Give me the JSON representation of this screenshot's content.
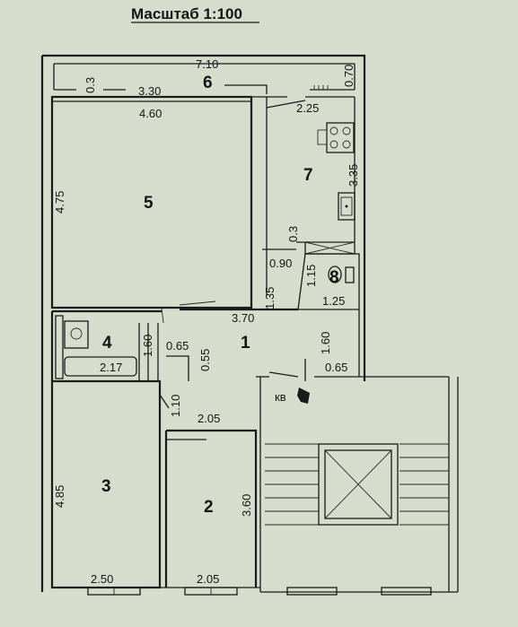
{
  "header": {
    "scale_label": "Масштаб 1:100"
  },
  "rooms": {
    "r1": "1",
    "r2": "2",
    "r3": "3",
    "r4": "4",
    "r5": "5",
    "r6": "6",
    "r7": "7",
    "r8": "8"
  },
  "dimensions": {
    "balcony_length": "7.10",
    "balcony_width": "0.70",
    "d_03_left": "0.3",
    "d_330": "3.30",
    "d_460": "4.60",
    "d_225": "2.25",
    "d_475": "4.75",
    "d_335": "3.35",
    "d_03_mid": "0.3",
    "d_090": "0.90",
    "d_115": "1.15",
    "d_135": "1.35",
    "d_125": "1.25",
    "d_370": "3.70",
    "d_160_left": "1.60",
    "d_065_left": "0.65",
    "d_055": "0.55",
    "d_160_right": "1.60",
    "d_217": "2.17",
    "d_065_right": "0.65",
    "d_110": "1.10",
    "d_205_top": "2.05",
    "d_485": "4.85",
    "d_360": "3.60",
    "d_250": "2.50",
    "d_205_bottom": "2.05"
  },
  "entry_label": "кв",
  "icons": {
    "stove": "stove-icon",
    "sink": "sink-icon",
    "toilet": "toilet-icon",
    "bathtub": "bathtub-icon",
    "elevator": "elevator-shaft-icon",
    "apartment_mark": "apartment-mark-icon"
  }
}
